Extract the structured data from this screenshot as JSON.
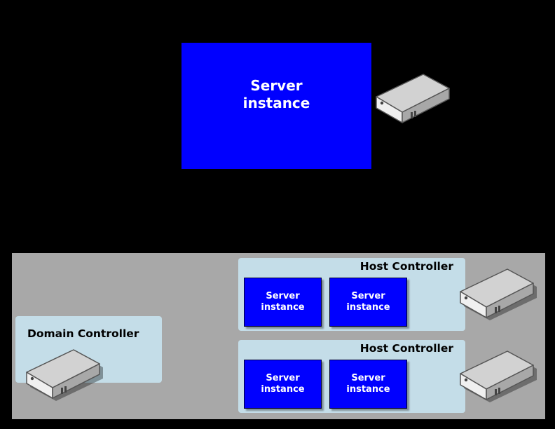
{
  "standalone": {
    "server_label": "Server\ninstance",
    "machine_icon": "server-hardware-icon"
  },
  "managed_domain": {
    "domain_controller": {
      "title": "Domain Controller",
      "machine_icon": "server-hardware-icon"
    },
    "host_controllers": [
      {
        "title": "Host Controller",
        "servers": [
          "Server\ninstance",
          "Server\ninstance"
        ],
        "machine_icon": "server-hardware-icon"
      },
      {
        "title": "Host Controller",
        "servers": [
          "Server\ninstance",
          "Server\ninstance"
        ],
        "machine_icon": "server-hardware-icon"
      }
    ]
  },
  "colors": {
    "background": "#000000",
    "server_fill": "#0000ff",
    "domain_area": "#a8a8a8",
    "controller_panel": "#c4dde8",
    "server_text": "#ffffff"
  }
}
